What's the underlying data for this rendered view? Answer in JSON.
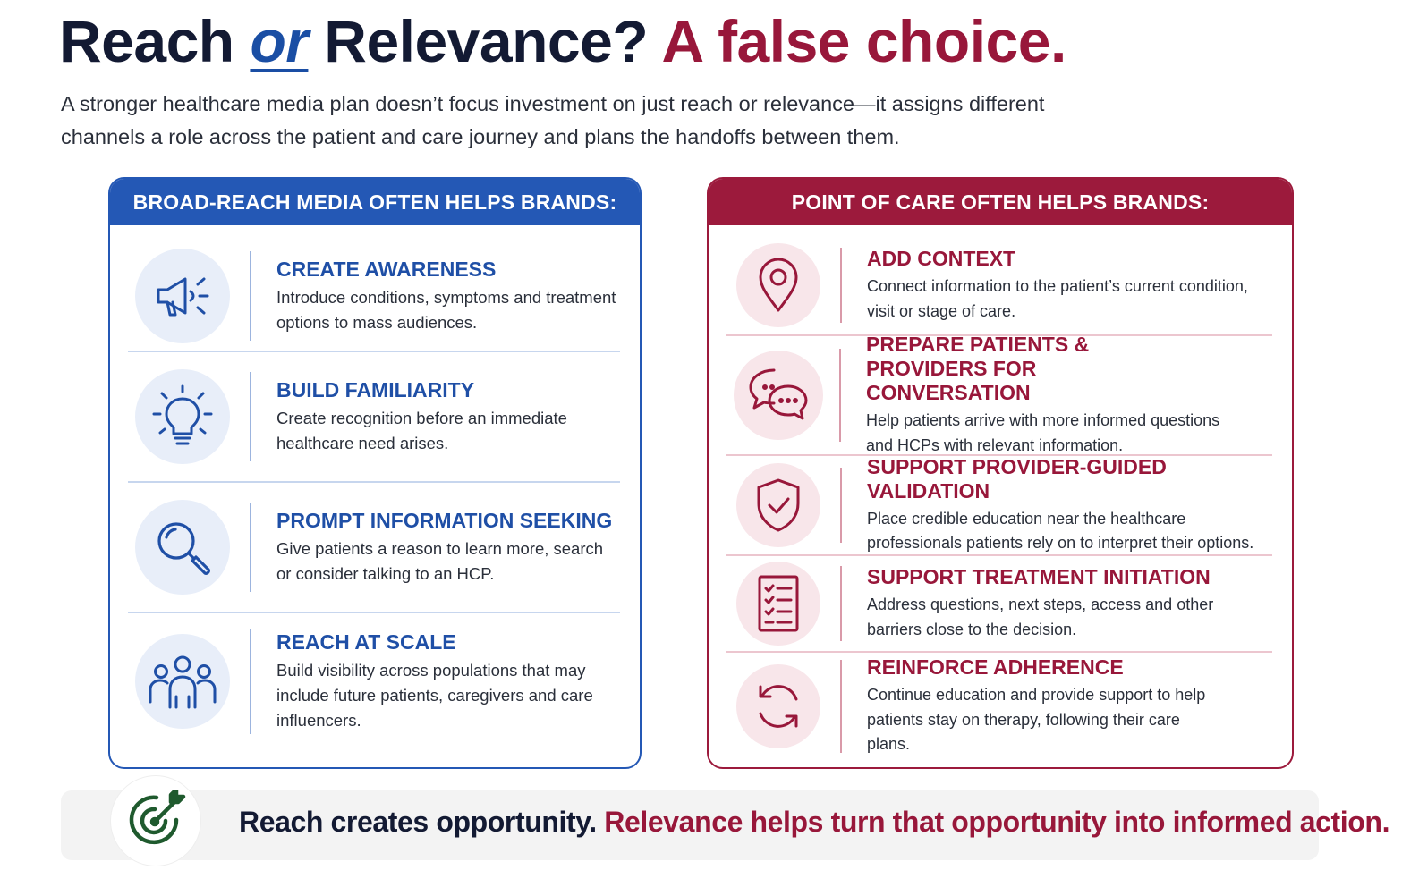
{
  "headline": {
    "part1": "Reach ",
    "part2": "or",
    "part3": " Relevance? ",
    "part4": "A false choice."
  },
  "intro": "A stronger healthcare media plan doesn’t focus investment on just reach or relevance—it assigns different channels a role across the patient and care journey and plans the handoffs between them.",
  "broad_reach": {
    "header": "BROAD-REACH MEDIA OFTEN HELPS BRANDS:",
    "items": [
      {
        "icon": "megaphone-icon",
        "title": "CREATE AWARENESS",
        "desc": "Introduce conditions, symptoms and treatment options to mass audiences."
      },
      {
        "icon": "lightbulb-icon",
        "title": "BUILD FAMILIARITY",
        "desc": "Create recognition before an immediate healthcare need arises."
      },
      {
        "icon": "magnifier-icon",
        "title": "PROMPT INFORMATION SEEKING",
        "desc": "Give patients a reason to learn more, search or consider talking to an HCP."
      },
      {
        "icon": "people-icon",
        "title": "REACH AT SCALE",
        "desc": "Build visibility across populations that may include future patients, caregivers and care influencers."
      }
    ]
  },
  "point_of_care": {
    "header": "POINT OF CARE OFTEN HELPS BRANDS:",
    "items": [
      {
        "icon": "location-pin-icon",
        "title": "ADD CONTEXT",
        "desc": "Connect information to the patient’s current condition, visit or stage of care."
      },
      {
        "icon": "chat-bubbles-icon",
        "title": "PREPARE PATIENTS & PROVIDERS FOR CONVERSATION",
        "desc": "Help patients arrive with more informed questions and HCPs with relevant information."
      },
      {
        "icon": "shield-check-icon",
        "title": "SUPPORT PROVIDER-GUIDED VALIDATION",
        "desc": "Place credible education near the healthcare professionals patients rely on to interpret their options."
      },
      {
        "icon": "checklist-icon",
        "title": "SUPPORT TREATMENT INITIATION",
        "desc": "Address questions, next steps, access and other barriers close to the decision."
      },
      {
        "icon": "refresh-cycle-icon",
        "title": "REINFORCE ADHERENCE",
        "desc": "Continue education and provide support to help patients stay on therapy, following their care plans."
      }
    ]
  },
  "footer": {
    "icon": "target-arrow-icon",
    "part1": "Reach creates opportunity.",
    "part2": "Relevance helps turn that opportunity into informed action."
  },
  "colors": {
    "navy": "#131a33",
    "blue": "#2458b5",
    "crimson": "#98173a",
    "footer_green": "#1f5a2e"
  }
}
